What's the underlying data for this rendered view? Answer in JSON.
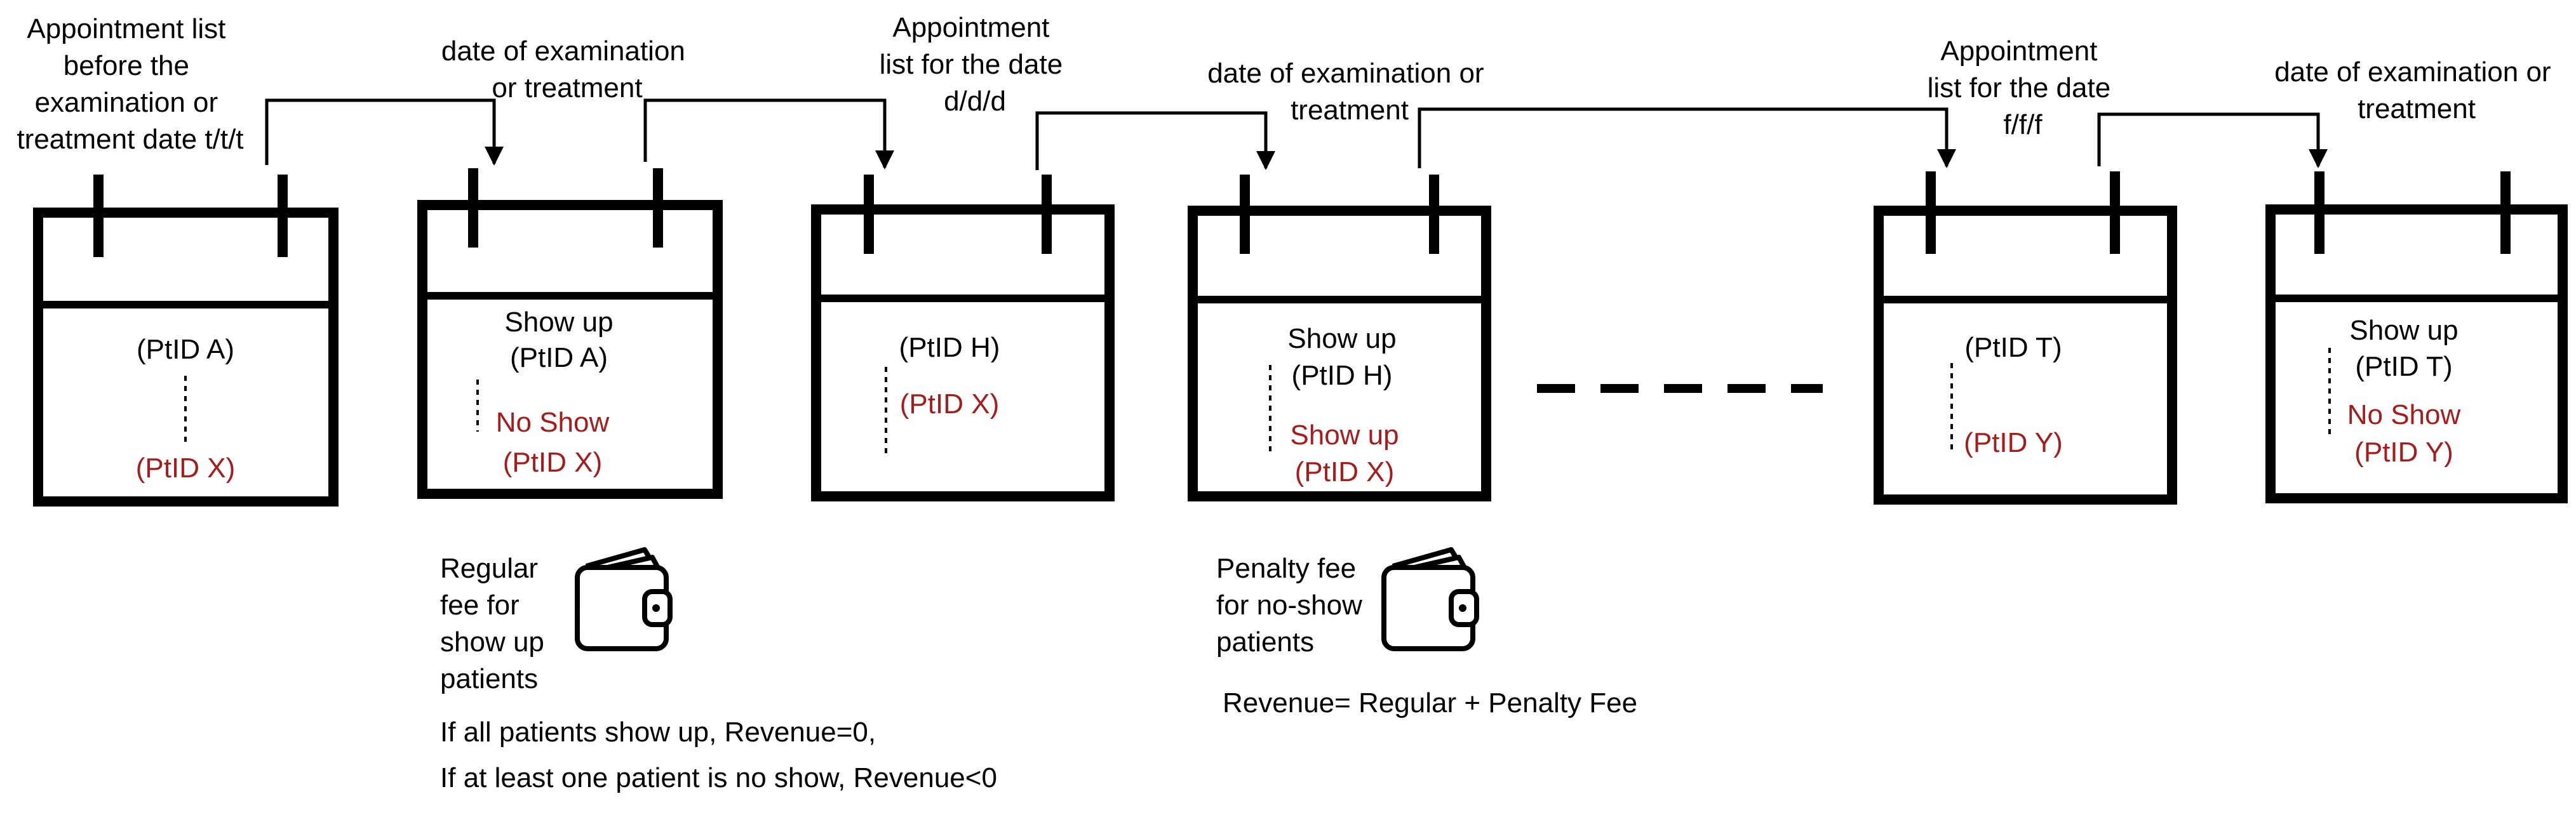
{
  "colors": {
    "ink": "#000000",
    "highlight": "#a61c1c"
  },
  "labels": {
    "label_1": [
      "Appointment list",
      "before the",
      "examination or",
      "treatment date t/t/t"
    ],
    "label_2": [
      "date of examination",
      "or treatment"
    ],
    "label_3": [
      "Appointment",
      "list for the date",
      "d/d/d"
    ],
    "label_4": [
      "date of examination or",
      "treatment"
    ],
    "label_5": [
      "Appointment",
      "list for the date",
      "f/f/f"
    ],
    "label_6": [
      "date of examination or",
      "treatment"
    ]
  },
  "calendars": [
    {
      "lines": [
        {
          "text": "(PtID A)",
          "red": false
        },
        {
          "text": "(PtID X)",
          "red": true
        }
      ]
    },
    {
      "lines": [
        {
          "text": "Show up",
          "red": false
        },
        {
          "text": "(PtID A)",
          "red": false
        },
        {
          "text": "No Show",
          "red": true
        },
        {
          "text": "(PtID X)",
          "red": true
        }
      ]
    },
    {
      "lines": [
        {
          "text": "(PtID H)",
          "red": false
        },
        {
          "text": "(PtID X)",
          "red": true
        }
      ]
    },
    {
      "lines": [
        {
          "text": "Show up",
          "red": false
        },
        {
          "text": "(PtID H)",
          "red": false
        },
        {
          "text": "Show up",
          "red": true
        },
        {
          "text": "(PtID X)",
          "red": true
        }
      ]
    },
    {
      "lines": [
        {
          "text": "(PtID T)",
          "red": false
        },
        {
          "text": "(PtID Y)",
          "red": true
        }
      ]
    },
    {
      "lines": [
        {
          "text": "Show up",
          "red": false
        },
        {
          "text": "(PtID T)",
          "red": false
        },
        {
          "text": "No Show",
          "red": true
        },
        {
          "text": "(PtID Y)",
          "red": true
        }
      ]
    }
  ],
  "fees": {
    "regular": {
      "lines": [
        "Regular",
        "fee for",
        "show up",
        "patients"
      ],
      "icon": "wallet-icon"
    },
    "penalty": {
      "lines": [
        "Penalty fee",
        "for no-show",
        "patients"
      ],
      "icon": "wallet-icon"
    }
  },
  "notes": {
    "revenue_1": "If all patients show up, Revenue=0,",
    "revenue_2": "If at least one patient is no show, Revenue<0",
    "revenue_3": "Revenue= Regular + Penalty Fee"
  }
}
